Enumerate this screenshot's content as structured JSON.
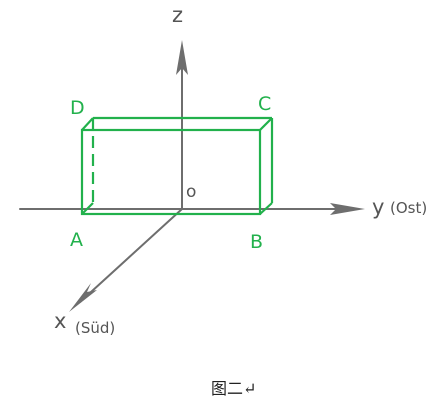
{
  "axes": {
    "z": {
      "label": "z"
    },
    "y": {
      "label": "y",
      "note": "(Ost)"
    },
    "x": {
      "label": "x",
      "note": "(Süd)"
    },
    "origin": {
      "label": "o"
    }
  },
  "vertices": {
    "A": "A",
    "B": "B",
    "C": "C",
    "D": "D"
  },
  "caption": "图二↵",
  "colors": {
    "axis": "#6e6e6e",
    "box": "#22b14c",
    "vertex_label": "#22b14c"
  }
}
